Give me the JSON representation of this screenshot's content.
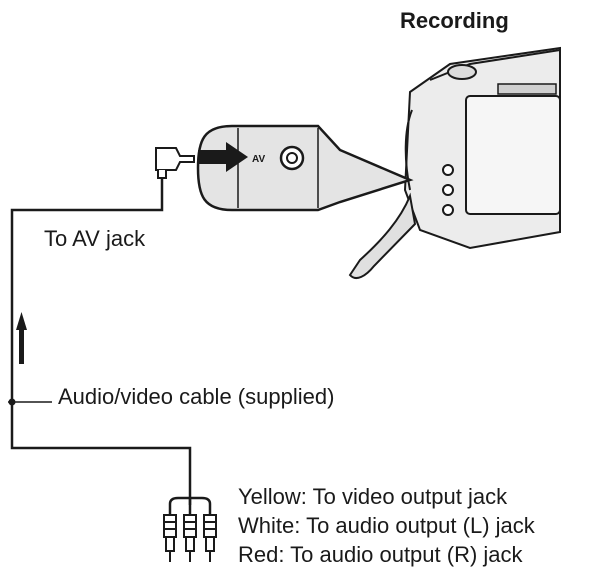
{
  "title": "Recording",
  "labels": {
    "av_jack": "To AV jack",
    "cable": "Audio/video cable (supplied)",
    "yellow": "Yellow: To video output jack",
    "white": "White: To audio output (L) jack",
    "red": "Red: To audio output (R) jack",
    "av_port": "AV"
  },
  "colors": {
    "line": "#1a1a1a",
    "camera_body": "#e8e8e8",
    "screen": "#f4f4f4"
  }
}
